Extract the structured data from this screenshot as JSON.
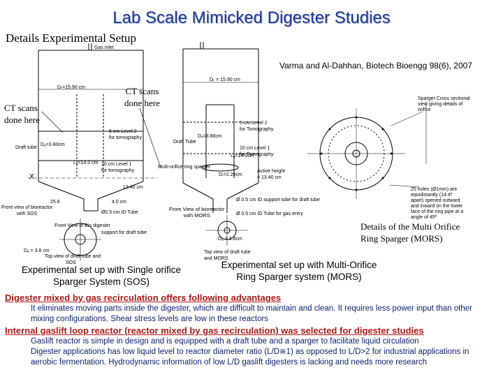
{
  "header": {
    "title": "Lab Scale Mimicked Digester Studies",
    "subtitle": "Details Experimental Setup",
    "citation": "Varma and Al-Dahhan, Biotech Bioengg 98(6), 2007"
  },
  "left_diagram": {
    "gas_inlet": "Gas inlet",
    "ct_scans_left": [
      "CT scans",
      "done here"
    ],
    "ct_scans_center": [
      "CT scans",
      "done here"
    ],
    "diameter_top": "Dₜ=15.90 cm",
    "level2": [
      "5 cm Level 2",
      "for tomography"
    ],
    "draft_tube": "Draft tube",
    "draft_diameter": "Dₐ=3.80cm",
    "tube_length": "Lₐ=14.0 cm",
    "level1": [
      "10 cm Level 1",
      "for tomography"
    ],
    "x_marker": "X",
    "height": "13.40 cm",
    "angle": "25.8",
    "gap": "4.0 cm",
    "id_tube": "Ø0.5 cm ID Tube",
    "front_view": [
      "Front view of bioreactor",
      "with SOS"
    ],
    "front_view_draft": "Front View of Bio digester",
    "support": "support for draft tube",
    "dd": "Dₐ = 3.8 cm",
    "top_view": [
      "Top view of draft tube and",
      "SOS"
    ]
  },
  "right_diagram": {
    "dt": "Dₜ = 15.90 cm",
    "dd": "Dₐ=3.80cm",
    "draft_tube": "Draft Tube",
    "level2": [
      "5 cm Level 2",
      "for Tomography"
    ],
    "level1": [
      "10 cm Level 1",
      "for Tomography"
    ],
    "ld": "Lₐ=14.0cm",
    "mors": "Multi-orifice ring sparger",
    "dr": "Dᵣ=2.20cm",
    "active": [
      "Active height",
      "= 13.40 cm"
    ],
    "support": "Ø 0.5 cm ID support tube for draft tube",
    "id_tube": "Ø 0.5 cm ID Tube for gas entry",
    "front_view": [
      "From View of bioreactor",
      "with MORS"
    ],
    "top_view": [
      "Top view of draft tube",
      "and MORS"
    ],
    "dd_bottom": "Dₐ = 3.8cm",
    "sparger_caption": [
      "Sparger Cross sectional",
      "view giving details of",
      "orifice"
    ],
    "holes_note": [
      "25 holes (Ø1mm) are",
      "equidistantly (14.4º",
      "apart) opened outward",
      "and inward on the lower",
      "face of the ring pipe at a",
      "angle of 45º"
    ]
  },
  "captions": {
    "mors_details": [
      "Details of the Multi Orifice",
      "Ring Sparger (MORS)"
    ],
    "sos": [
      "Experimental set up with Single orifice",
      "Sparger System (SOS)"
    ],
    "mors": [
      "Experimental set up with Multi-Orifice",
      "Ring Sparger system (MORS)"
    ]
  },
  "text": {
    "heading1": "Digester mixed by gas recirculation offers following advantages",
    "para1": "It eliminates moving parts inside the digester, which are difficult to maintain and clean. It requires less power input than other mixing configurations. Shear stress levels are low in these reactors",
    "heading2": "Internal gaslift loop reactor (reactor mixed by gas recirculation) was selected for digester studies",
    "para2_line1": "Gaslift reactor is simple in design and is equipped with a draft tube and a sparger to facilitate liquid circulation",
    "para2_line2": "Digester applications has low liquid level to reactor diameter ratio (L/D≅1) as opposed to L/D>2 for industrial applications in aerobic fermentation. Hydrodynamic information of low L/D gaslift digesters is lacking and needs more research"
  }
}
